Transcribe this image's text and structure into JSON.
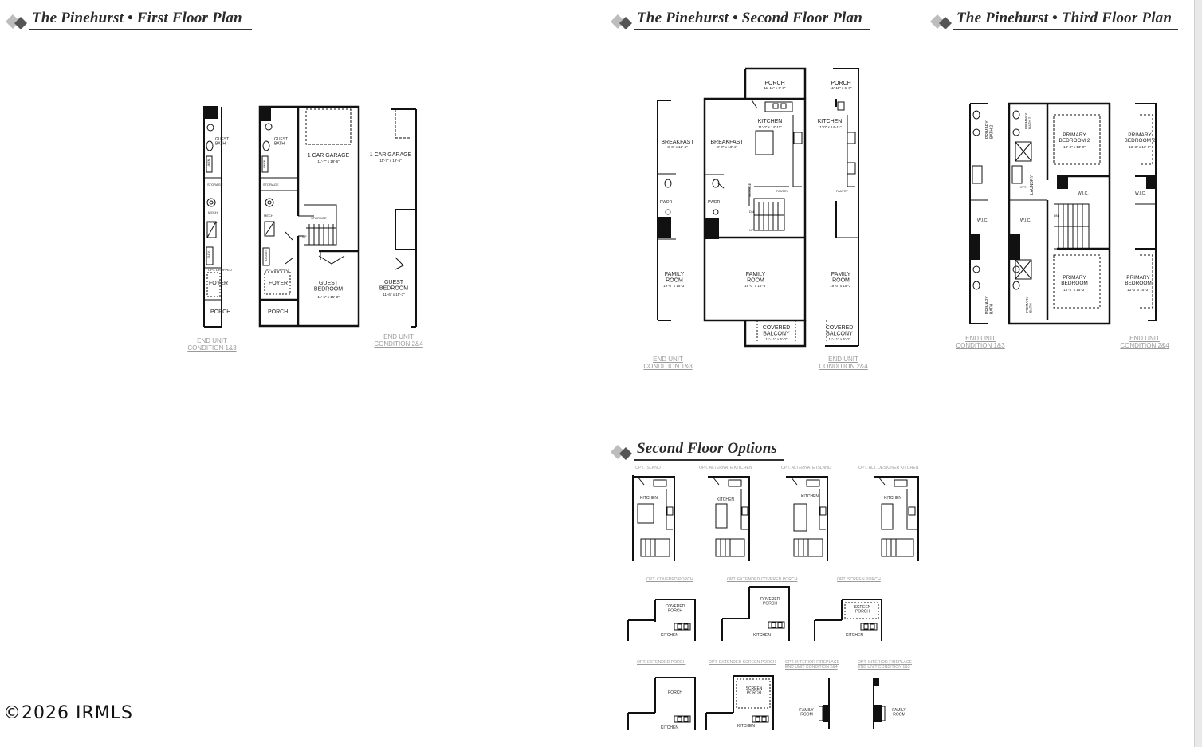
{
  "headings": {
    "first_floor": "The Pinehurst • First Floor Plan",
    "second_floor": "The Pinehurst • Second Floor Plan",
    "third_floor": "The Pinehurst • Third Floor Plan",
    "second_options": "Second Floor Options"
  },
  "first_floor": {
    "a": {
      "guest_bath": "GUEST\nBATH",
      "linen": "LINEN",
      "storage": "STORAGE",
      "mech": "MECH",
      "cubb": "CUBB.",
      "elev": "ELEV.",
      "opt_dropped": "OPT. DROPPED",
      "foyer": "FOYER",
      "porch": "PORCH"
    },
    "b": {
      "guest_bath": "GUEST\nBATH",
      "linen": "LINEN",
      "storage": "STORAGE",
      "mech": "MECH",
      "closet": "CLOSET",
      "storage2": "STORAGE",
      "up": "UP",
      "opt_dropped": "OPT. DROPPED",
      "foyer": "FOYER",
      "porch": "PORCH",
      "garage": "1 CAR GARAGE",
      "garage_dim": "11'-7\" x 19'-6\"",
      "guest_bedroom": "GUEST\nBEDROOM",
      "guest_bedroom_dim": "11'-6\" x 15'-3\""
    },
    "c": {
      "garage": "1 CAR GARAGE",
      "garage_dim": "11'-7\" x 19'-6\"",
      "guest_bedroom": "GUEST\nBEDROOM",
      "guest_bedroom_dim": "11'-6\" x 15'-3\""
    },
    "cond_a": "END UNIT\nCONDITION 1&3",
    "cond_c": "END UNIT\nCONDITION 2&4"
  },
  "second_floor": {
    "a": {
      "breakfast": "BREAKFAST",
      "breakfast_dim": "8'-0\" x 13'-4\"",
      "pwdr": "PWDR",
      "family": "FAMILY\nROOM",
      "family_dim": "19'-0\" x 15'-3\""
    },
    "b": {
      "porch": "PORCH",
      "porch_dim": "11'-11\" x 6'-0\"",
      "kitchen": "KITCHEN",
      "kitchen_dim": "11'-0\" x 14'-11\"",
      "breakfast": "BREAKFAST",
      "breakfast_dim": "8'-0\" x 13'-4\"",
      "pwdr": "PWDR",
      "storage": "STORAGE",
      "pantry": "PANTRY",
      "dn": "DN",
      "up": "UP",
      "family": "FAMILY\nROOM",
      "family_dim": "19'-0\" x 15'-3\"",
      "balcony": "COVERED\nBALCONY",
      "balcony_dim": "11'-11\" x 5'-0\""
    },
    "c": {
      "porch": "PORCH",
      "porch_dim": "11'-11\" x 6'-0\"",
      "kitchen": "KITCHEN",
      "kitchen_dim": "11'-0\" x 14'-11\"",
      "pantry": "PANTRY",
      "family": "FAMILY\nROOM",
      "family_dim": "19'-0\" x 15'-3\"",
      "balcony": "COVERED\nBALCONY",
      "balcony_dim": "11'-11\" x 5'-0\""
    },
    "cond_a": "END UNIT\nCONDITION 1&3",
    "cond_c": "END UNIT\nCONDITION 2&4"
  },
  "third_floor": {
    "a": {
      "primary_bath2": "PRIMARY\nBATH 2",
      "wic": "W.I.C.",
      "primary_bath": "PRIMARY\nBATH"
    },
    "b": {
      "primary_bath2": "PRIMARY\nBATH 2",
      "primary_bedroom2": "PRIMARY\nBEDROOM 2",
      "primary_bedroom2_dim": "13'-3\" x 13'-9\"",
      "laundry": "LAUNDRY",
      "opt": "OPT.",
      "wic": "W.I.C.",
      "wic2": "W.I.C.",
      "dn": "DN",
      "primary_bedroom": "PRIMARY\nBEDROOM",
      "primary_bedroom_dim": "13'-3\" x 15'-3\"",
      "primary_bath": "PRIMARY\nBATH"
    },
    "c": {
      "primary_bedroom2": "PRIMARY\nBEDROOM 2",
      "primary_bedroom2_dim": "13'-3\" x 13'-9\"",
      "wic": "W.I.C.",
      "primary_bedroom": "PRIMARY\nBEDROOM",
      "primary_bedroom_dim": "13'-3\" x 15'-3\""
    },
    "cond_a": "END UNIT\nCONDITION 1&3",
    "cond_c": "END UNIT\nCONDITION 2&4"
  },
  "options": {
    "row1": [
      "OPT. ISLAND",
      "OPT. ALTERNATE KITCHEN",
      "OPT. ALTERNATE ISLAND",
      "OPT. ALT. DESIGNER KITCHEN"
    ],
    "row1_kitchen": "KITCHEN",
    "row2": [
      "OPT. COVERED PORCH",
      "OPT. EXTENDED COVERED PORCH",
      "OPT. SCREEN PORCH"
    ],
    "row2_rooms": [
      "COVERED\nPORCH",
      "COVERED\nPORCH",
      "SCREEN\nPORCH"
    ],
    "row3": [
      "OPT. EXTENDED PORCH",
      "OPT. EXTENDED SCREEN PORCH",
      "OPT. INTERIOR FIREPLACE\nEND UNIT CONDITION 2&4",
      "OPT. INTERIOR FIREPLACE\nEND UNIT CONDITION 1&3"
    ],
    "row3_rooms": [
      "PORCH",
      "SCREEN\nPORCH",
      "FAMILY\nROOM",
      "FAMILY\nROOM"
    ],
    "kitchen": "KITCHEN"
  },
  "copyright": "©2026 IRMLS"
}
